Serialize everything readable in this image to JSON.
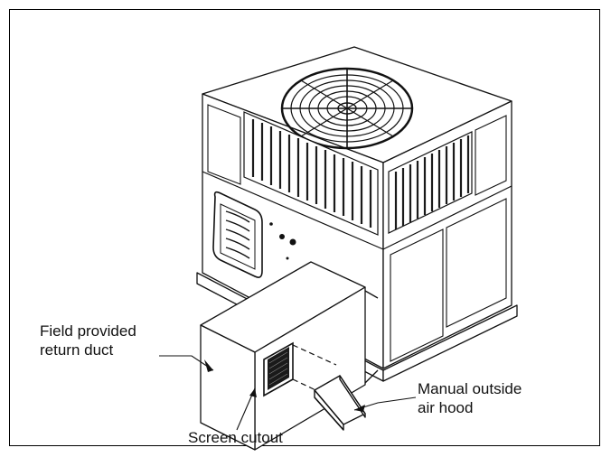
{
  "labels": {
    "return_duct": [
      "Field provided",
      "return duct"
    ],
    "air_hood": [
      "Manual outside",
      "air hood"
    ],
    "screen_cutout": "Screen cutout"
  },
  "colors": {
    "line": "#111111",
    "fill": "#ffffff",
    "grille": "#1a1a1a"
  }
}
